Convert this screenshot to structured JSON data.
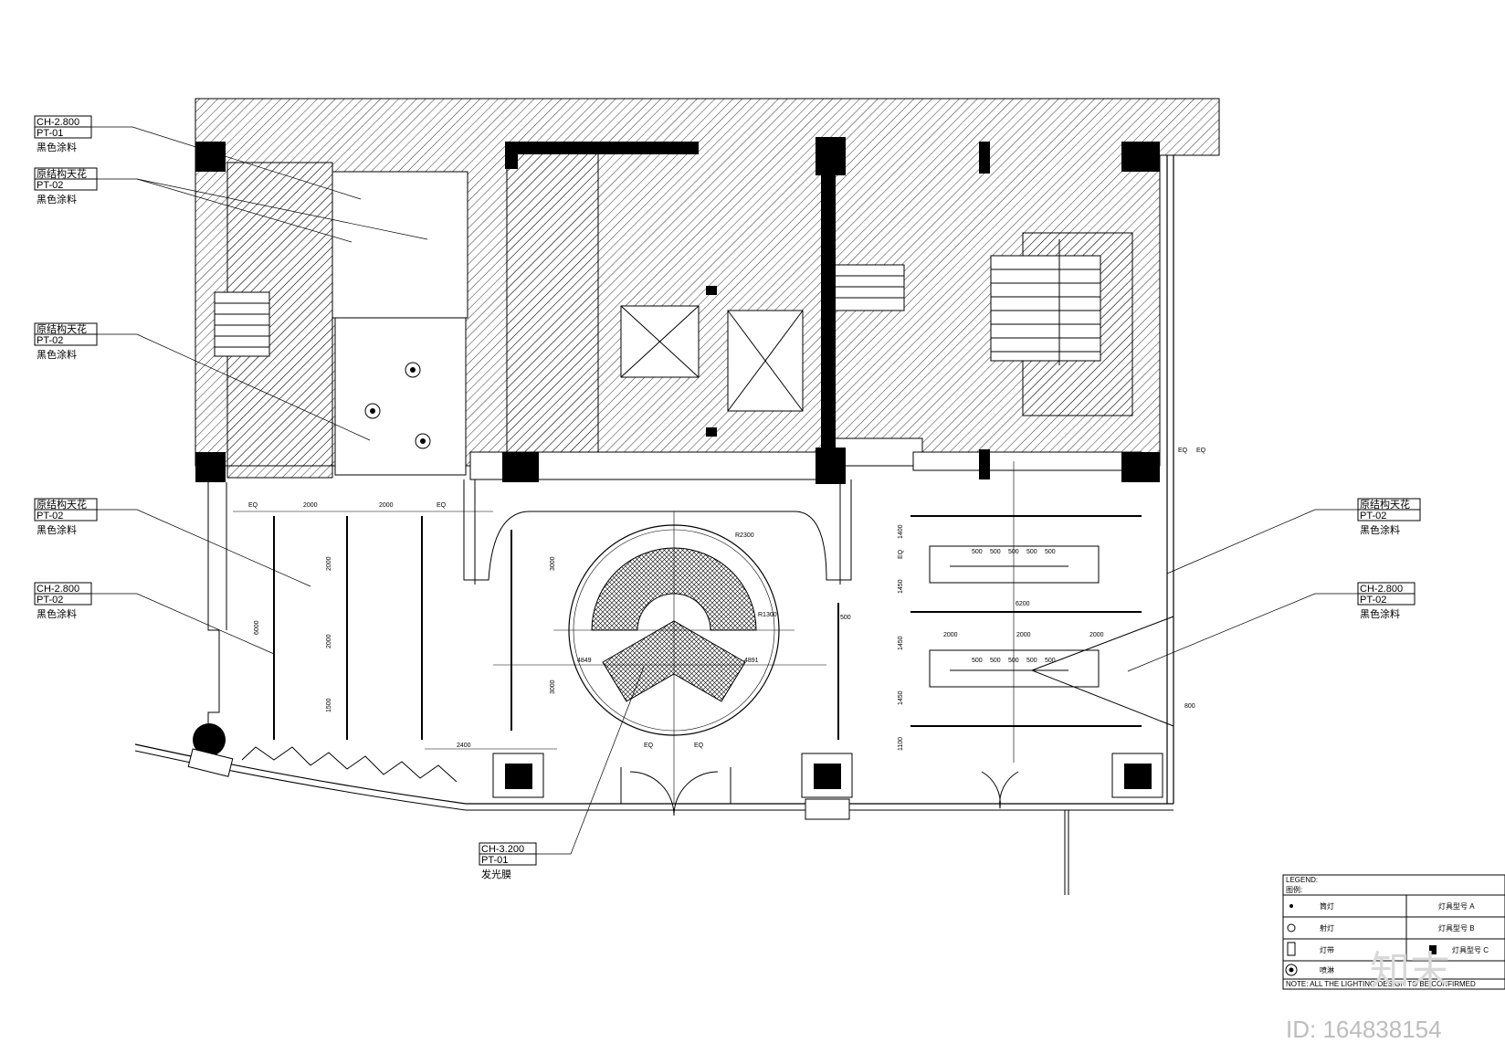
{
  "callouts": [
    {
      "l1": "CH-2.800",
      "l2": "PT-01",
      "l3": "黑色涂料"
    },
    {
      "l1": "原结构天花",
      "l2": "PT-02",
      "l3": "黑色涂料"
    },
    {
      "l1": "原结构天花",
      "l2": "PT-02",
      "l3": "黑色涂料"
    },
    {
      "l1": "原结构天花",
      "l2": "PT-02",
      "l3": "黑色涂料"
    },
    {
      "l1": "CH-2.800",
      "l2": "PT-02",
      "l3": "黑色涂料"
    },
    {
      "l1": "原结构天花",
      "l2": "PT-02",
      "l3": "黑色涂料"
    },
    {
      "l1": "CH-2.800",
      "l2": "PT-02",
      "l3": "黑色涂料"
    },
    {
      "l1": "CH-3.200",
      "l2": "PT-01",
      "l3": "发光膜"
    }
  ],
  "dims": {
    "left_top": [
      "EQ",
      "2000",
      "2000",
      "EQ"
    ],
    "left_vert": [
      "2000",
      "2000",
      "1500"
    ],
    "left_long": "6000",
    "left_bottom": "2400",
    "center_vert": [
      "3000",
      "3000"
    ],
    "right_vert": [
      "1400",
      "EQ",
      "1450",
      "1450",
      "1450",
      "1100"
    ],
    "right_modules": [
      "500",
      "500",
      "500",
      "500",
      "500"
    ],
    "right_span": "6200",
    "right_triple": [
      "2000",
      "2000",
      "2000"
    ],
    "right_side": "800",
    "center_side": "500",
    "right_eq": [
      "EQ",
      "EQ"
    ],
    "center_eq": [
      "EQ",
      "EQ"
    ],
    "circle_labels": [
      "R2300",
      "R1300",
      "4849",
      "4891"
    ]
  },
  "legend": {
    "title": "LEGEND:",
    "subtitle": "图例:",
    "rows": [
      "筒灯",
      "射灯",
      "灯带",
      "喷淋",
      "灯具型号 A",
      "灯具型号 B",
      "灯具型号 C"
    ],
    "note": "NOTE: ALL THE LIGHTING DESIGN TO BE CONFIRMED"
  },
  "watermark": {
    "brand": "知末",
    "id": "ID: 164838154"
  }
}
